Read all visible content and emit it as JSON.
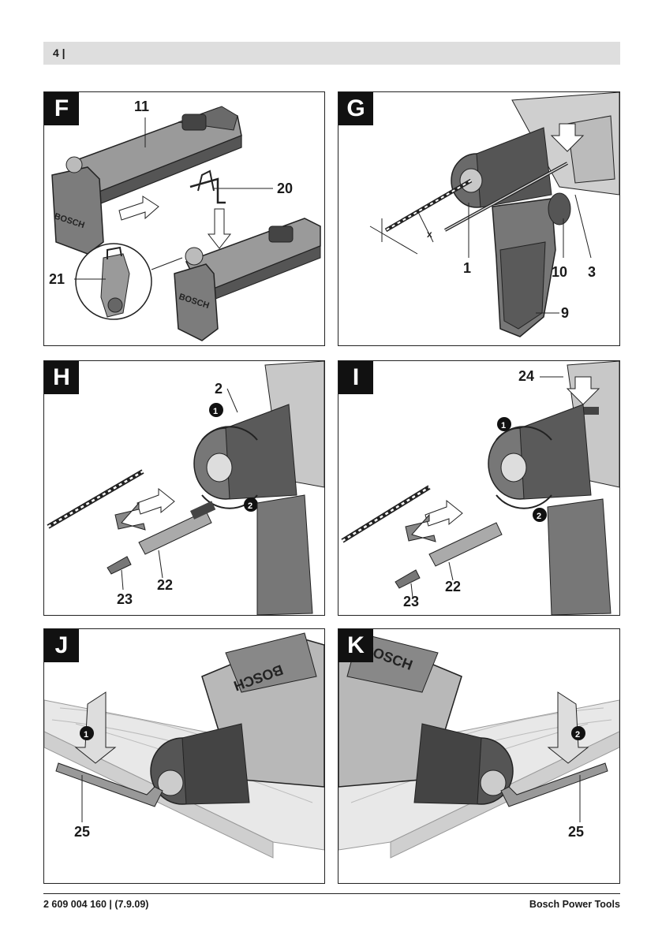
{
  "header": {
    "page_number": "4 |"
  },
  "panels": {
    "F": {
      "letter": "F",
      "callouts": [
        "11",
        "20",
        "21"
      ],
      "logo_text": "BOSCH"
    },
    "G": {
      "letter": "G",
      "callouts": [
        "1",
        "10",
        "3",
        "9"
      ],
      "dimension_label": "x"
    },
    "H": {
      "letter": "H",
      "callouts": [
        "2",
        "22",
        "23"
      ],
      "steps": [
        "1",
        "2"
      ]
    },
    "I": {
      "letter": "I",
      "callouts": [
        "24",
        "22",
        "23"
      ],
      "steps": [
        "1",
        "2"
      ]
    },
    "J": {
      "letter": "J",
      "callouts": [
        "25"
      ],
      "steps": [
        "1"
      ],
      "logo_text": "BOSCH"
    },
    "K": {
      "letter": "K",
      "callouts": [
        "25"
      ],
      "steps": [
        "2"
      ],
      "logo_text": "BOSCH"
    }
  },
  "footer": {
    "doc_number": "2 609 004 160 | (7.9.09)",
    "brand": "Bosch Power Tools"
  },
  "colors": {
    "header_bg": "#dedede",
    "panel_border": "#222222",
    "tool_dark": "#3a3a3a",
    "tool_mid": "#8a8a8a",
    "tool_light": "#c8c8c8"
  }
}
